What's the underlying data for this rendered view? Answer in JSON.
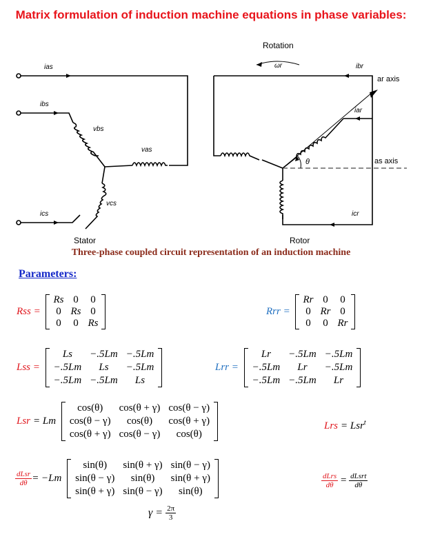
{
  "title": "Matrix formulation of induction machine equations in phase variables:",
  "figure": {
    "caption": "Three-phase coupled circuit representation of an induction machine",
    "stator_label": "Stator",
    "rotor_label": "Rotor",
    "rotation_label": "Rotation",
    "omega_label": "ωr",
    "ar_axis_label": "ar axis",
    "as_axis_label": "as axis",
    "theta_label": "θ",
    "currents": {
      "ias": "ias",
      "ibs": "ibs",
      "ics": "ics",
      "ibr": "ibr",
      "iar": "iar",
      "icr": "icr"
    },
    "voltages": {
      "vas": "vas",
      "vbs": "vbs",
      "vcs": "vcs"
    }
  },
  "parameters_heading": "Parameters:",
  "equations": {
    "Rss": {
      "lhs": "Rss =",
      "rows": [
        [
          "Rs",
          "0",
          "0"
        ],
        [
          "0",
          "Rs",
          "0"
        ],
        [
          "0",
          "0",
          "Rs"
        ]
      ]
    },
    "Rrr": {
      "lhs": "Rrr =",
      "rows": [
        [
          "Rr",
          "0",
          "0"
        ],
        [
          "0",
          "Rr",
          "0"
        ],
        [
          "0",
          "0",
          "Rr"
        ]
      ]
    },
    "Lss": {
      "lhs": "Lss =",
      "rows": [
        [
          "Ls",
          "−.5Lm",
          "−.5Lm"
        ],
        [
          "−.5Lm",
          "Ls",
          "−.5Lm"
        ],
        [
          "−.5Lm",
          "−.5Lm",
          "Ls"
        ]
      ]
    },
    "Lrr": {
      "lhs": "Lrr =",
      "rows": [
        [
          "Lr",
          "−.5Lm",
          "−.5Lm"
        ],
        [
          "−.5Lm",
          "Lr",
          "−.5Lm"
        ],
        [
          "−.5Lm",
          "−.5Lm",
          "Lr"
        ]
      ]
    },
    "Lsr": {
      "lhs": "Lsr",
      "factor": "= Lm",
      "rows": [
        [
          "cos(θ)",
          "cos(θ + γ)",
          "cos(θ − γ)"
        ],
        [
          "cos(θ − γ)",
          "cos(θ)",
          "cos(θ + γ)"
        ],
        [
          "cos(θ + γ)",
          "cos(θ − γ)",
          "cos(θ)"
        ]
      ]
    },
    "Lrs": {
      "lhs": "Lrs",
      "rhs": "= Lsr",
      "sup": "t"
    },
    "dLsr": {
      "num": "dLsr",
      "den": "dθ",
      "factor": "= −Lm",
      "rows": [
        [
          "sin(θ)",
          "sin(θ + γ)",
          "sin(θ − γ)"
        ],
        [
          "sin(θ − γ)",
          "sin(θ)",
          "sin(θ + γ)"
        ],
        [
          "sin(θ + γ)",
          "sin(θ − γ)",
          "sin(θ)"
        ]
      ]
    },
    "dLrs": {
      "num": "dLrs",
      "den": "dθ",
      "eq": "=",
      "num2": "dLsrt",
      "den2": "dθ"
    },
    "gamma": {
      "lhs": "γ =",
      "num": "2π",
      "den": "3"
    }
  }
}
